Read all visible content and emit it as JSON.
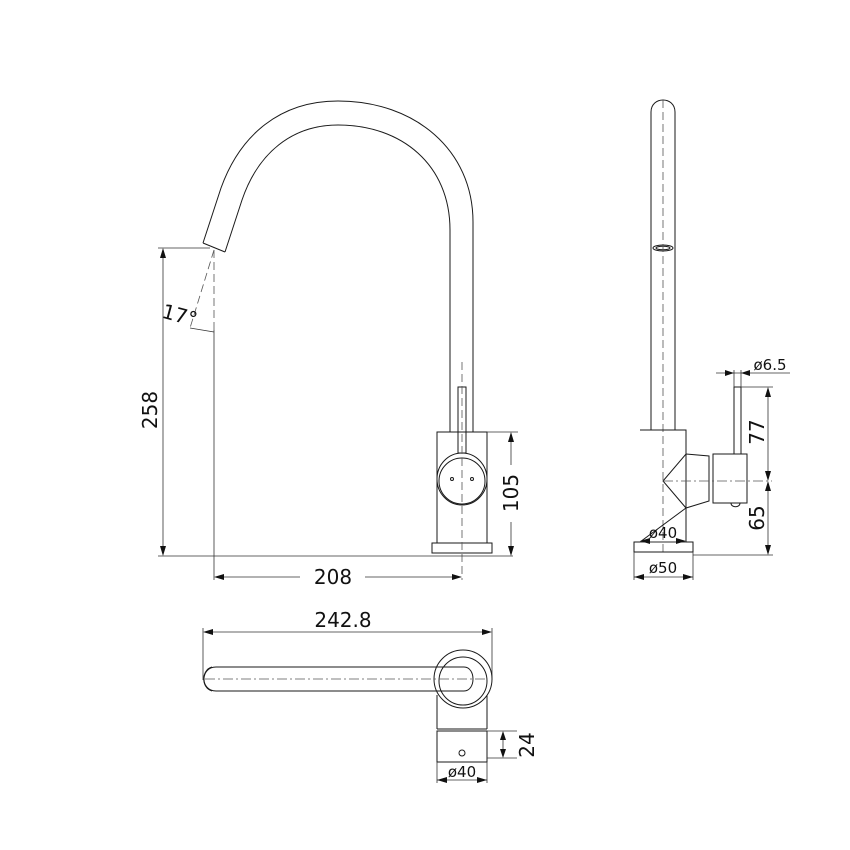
{
  "drawing": {
    "title": "Kitchen mixer tap technical drawing",
    "stroke_color": "#1a1a1a",
    "background": "#ffffff",
    "units": "mm"
  },
  "front_view": {
    "angle_label": "17°",
    "height_label": "258",
    "reach_label": "208",
    "body_height_label": "105"
  },
  "side_view": {
    "lever_dia_label": "ø6.5",
    "lever_height_label": "77",
    "handle_axis_height_label": "65",
    "body_dia_label": "ø40",
    "base_dia_label": "ø50"
  },
  "top_view": {
    "overall_length_label": "242.8",
    "handle_length_label": "24",
    "body_dia_label": "ø40"
  }
}
